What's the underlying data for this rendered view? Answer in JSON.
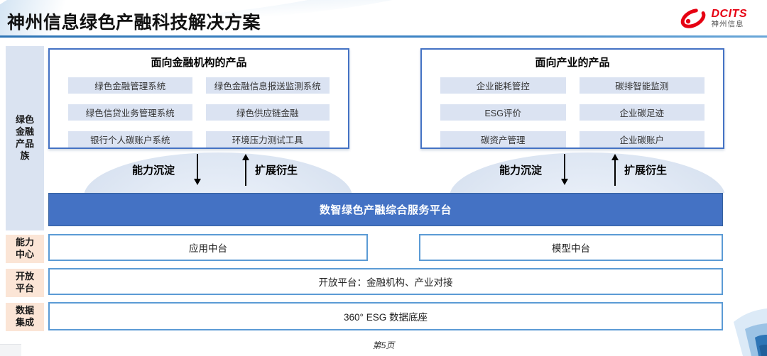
{
  "header": {
    "title": "神州信息绿色产融科技解决方案",
    "logo_brand": "DCITS",
    "logo_sub": "神州信息"
  },
  "sidebar": {
    "items": [
      {
        "label": "绿色金融产品族"
      },
      {
        "label": "能力中心"
      },
      {
        "label": "开放平台"
      },
      {
        "label": "数据集成"
      }
    ]
  },
  "finance_box": {
    "title": "面向金融机构的产品",
    "items": [
      "绿色金融管理系统",
      "绿色金融信息报送监测系统",
      "绿色信贷业务管理系统",
      "绿色供应链金融",
      "银行个人碳账户系统",
      "环境压力测试工具"
    ]
  },
  "industry_box": {
    "title": "面向产业的产品",
    "items": [
      "企业能耗管控",
      "碳排智能监测",
      "ESG评价",
      "企业碳足迹",
      "碳资产管理",
      "企业碳账户"
    ]
  },
  "flows": {
    "left_down": "能力沉淀",
    "left_up": "扩展衍生",
    "right_down": "能力沉淀",
    "right_up": "扩展衍生"
  },
  "platform_bar": {
    "label": "数智绿色产融综合服务平台"
  },
  "rows": {
    "app_center": "应用中台",
    "model_center": "模型中台",
    "open_platform": "开放平台：金融机构、产业对接",
    "data_base": "360° ESG 数据底座"
  },
  "footer": {
    "page": "第5页"
  },
  "colors": {
    "accent_blue": "#4472c4",
    "border_light_blue": "#5b9bd5",
    "item_fill": "#dbe3f2",
    "sidebar_blue_fill": "#dae3f1",
    "sidebar_peach_fill": "#fbe5d6",
    "brand_red": "#e60012",
    "rule_blue": "#2e75b6"
  }
}
